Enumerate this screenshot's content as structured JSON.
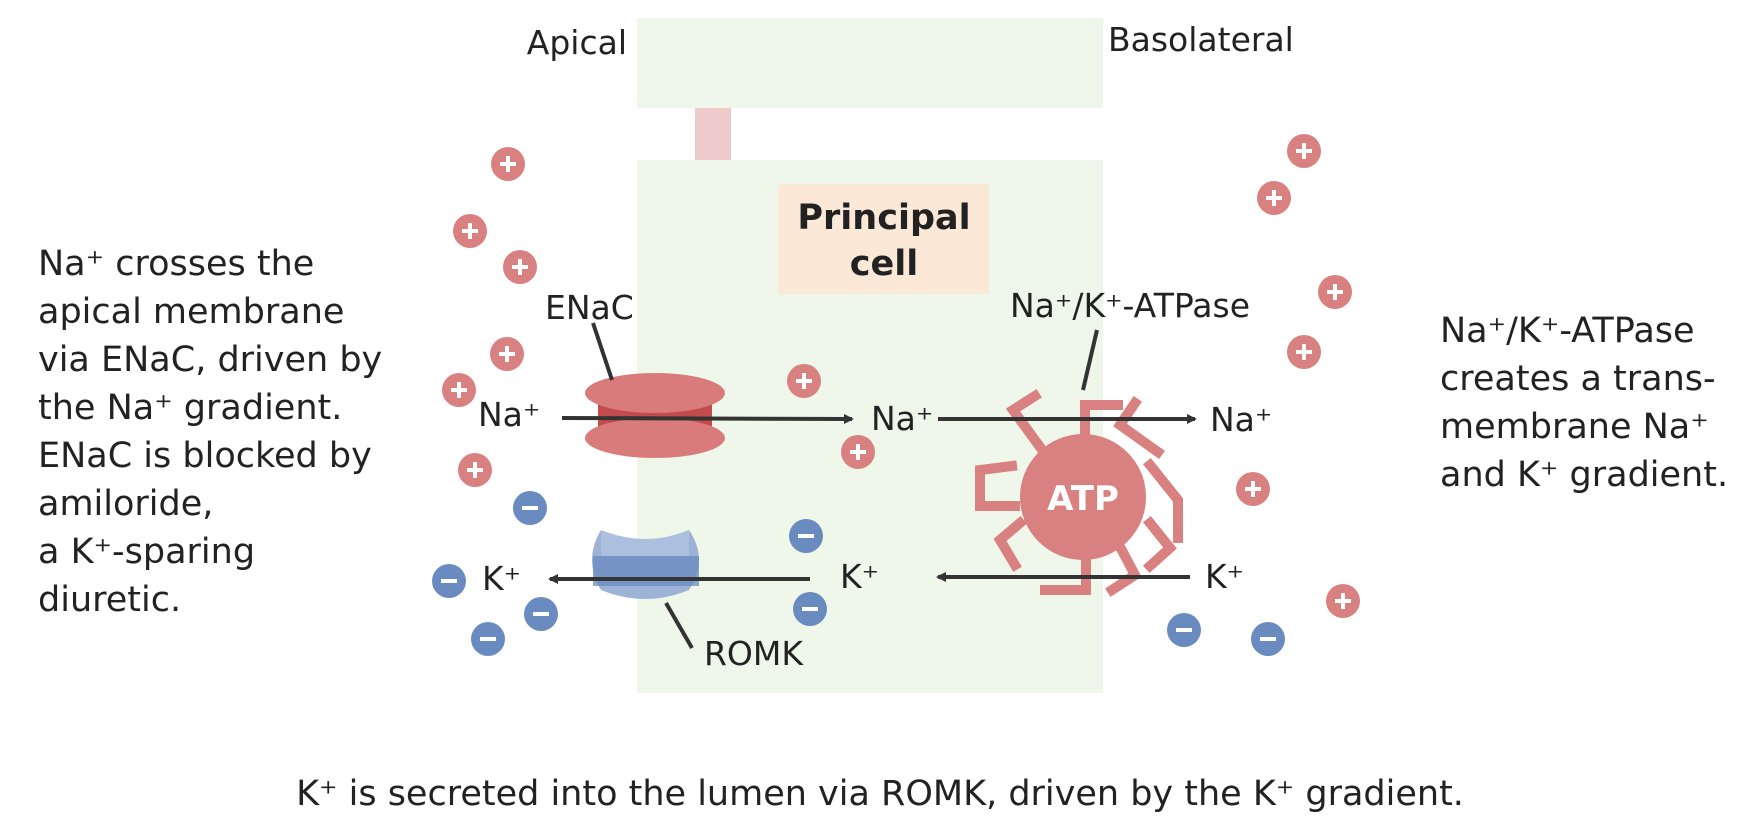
{
  "labels": {
    "apical": "Apical",
    "basolateral": "Basolateral",
    "principal_cell_line1": "Principal",
    "principal_cell_line2": "cell",
    "enac": "ENaC",
    "romk": "ROMK",
    "atpase": "Na⁺/K⁺-ATPase",
    "atp": "ATP",
    "na_lumen": "Na⁺",
    "na_cell": "Na⁺",
    "na_blood": "Na⁺",
    "k_lumen": "K⁺",
    "k_cell": "K⁺",
    "k_blood": "K⁺"
  },
  "notes": {
    "left": [
      "Na⁺ crosses the",
      "apical membrane",
      "via ENaC, driven by",
      "the Na⁺ gradient.",
      "ENaC is blocked by",
      "amiloride,",
      "a K⁺-sparing",
      "diuretic."
    ],
    "right": [
      "Na⁺/K⁺-ATPase",
      "creates a trans-",
      "membrane Na⁺",
      "and K⁺ gradient."
    ],
    "bottom": "K⁺ is secreted into the lumen via ROMK, driven by the K⁺ gradient."
  },
  "colors": {
    "cell_fill": "#eff7ea",
    "label_box": "#fce8d6",
    "junction": "#efcaca",
    "positive_ion": "#d98080",
    "negative_ion": "#6a8bc0",
    "enac": "#d97b7b",
    "romk": "#9db3d6",
    "atpase": "#d98080",
    "arrow": "#333333"
  },
  "icons": {
    "positive_ion": "plus-circle-icon",
    "negative_ion": "minus-circle-icon",
    "enac": "ion-channel-icon",
    "romk": "ion-channel-icon",
    "atpase": "pump-icon"
  }
}
